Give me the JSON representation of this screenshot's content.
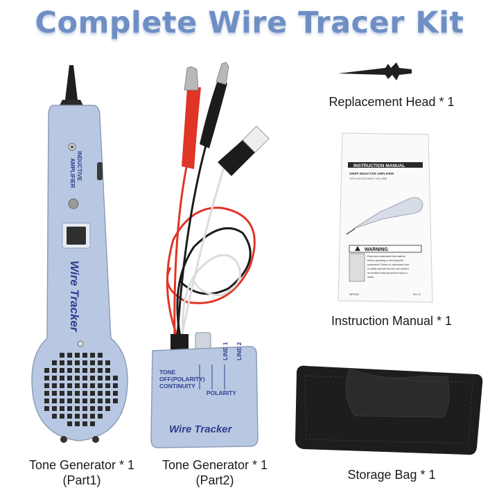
{
  "title": "Complete Wire Tracer Kit",
  "captions": {
    "replacement_head": "Replacement Head * 1",
    "instruction_manual": "Instruction Manual * 1",
    "storage_bag": "Storage Bag * 1",
    "tone_generator_part1": {
      "line1": "Tone Generator * 1",
      "line2": "(Part1)"
    },
    "tone_generator_part2": {
      "line1": "Tone Generator * 1",
      "line2": "(Part2)"
    }
  },
  "probe": {
    "side_label_1": "INDUCTIVE",
    "side_label_2": "AMPLIFIER",
    "brand": "Wire Tracker"
  },
  "tone_box": {
    "switch_tone": "TONE",
    "switch_off": "OFF(POLARITY)",
    "switch_continuity": "CONTINUITY",
    "line1": "LINE 1",
    "line2": "LINE 2",
    "polarity": "POLARITY",
    "brand": "Wire Tracker"
  },
  "manual": {
    "header": "INSTRUCTION MANUAL",
    "model": "200EP INDUCTIVE AMPLIFIER",
    "subtitle": "WITH ADJUSTABLE VOLUME",
    "warning": "WARNING",
    "warning_text_1": "Read and understand this material",
    "warning_text_2": "before operating or servicing this",
    "warning_text_3": "equipment. Failure to understand how",
    "warning_text_4": "to safely operate this tool can result in",
    "warning_text_5": "an accident causing serious injury or",
    "warning_text_6": "death.",
    "footer_left": "WE0000",
    "footer_right": "Rev. B"
  },
  "colors": {
    "title_blue": "#6f8fc4",
    "device_blue": "#b7c6e0",
    "brand_text": "#2b3f8f",
    "red_lead": "#e03526",
    "black_lead": "#1c1c1c"
  }
}
